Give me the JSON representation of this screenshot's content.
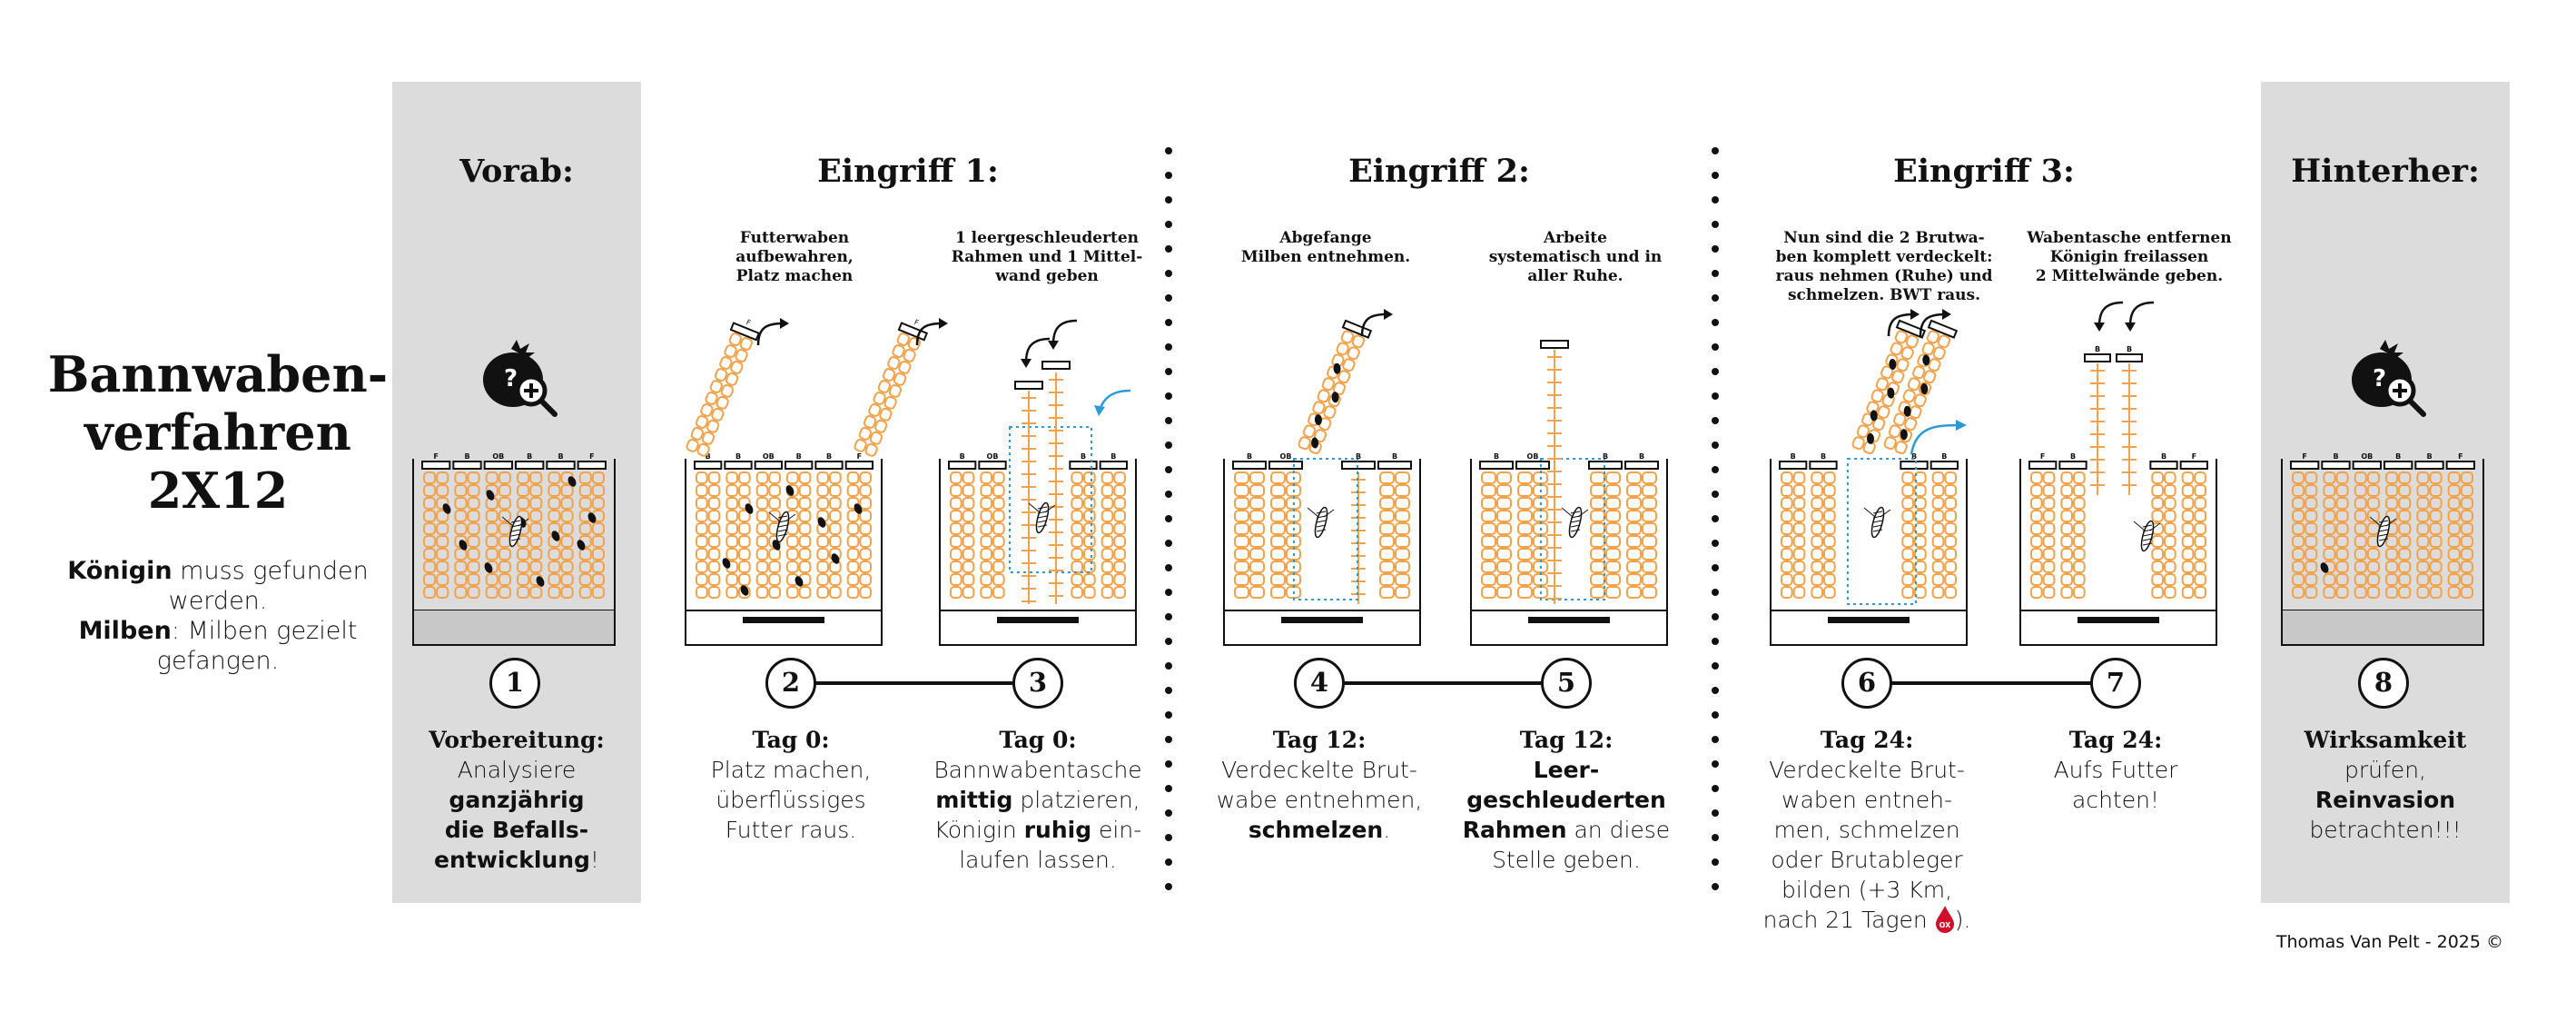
{
  "title": {
    "line1": "Bannwaben-",
    "line2": "verfahren",
    "line3": "2X12"
  },
  "intro": {
    "queen_label": "Königin",
    "queen_rest": " muss gefunden werden.",
    "mites_label": "Milben",
    "mites_rest": ": Milben gezielt gefangen."
  },
  "headings": {
    "vorab": "Vorab:",
    "eingriff1": "Eingriff 1:",
    "eingriff2": "Eingriff 2:",
    "eingriff3": "Eingriff 3:",
    "hinterher": "Hinterher:"
  },
  "notes": {
    "n2": [
      "Futterwaben",
      "aufbewahren,",
      "Platz machen"
    ],
    "n3": [
      "1 leergeschleuderten",
      "Rahmen und 1 Mittel-",
      "wand geben"
    ],
    "n4": [
      "Abgefange",
      "Milben entnehmen."
    ],
    "n5": [
      "Arbeite",
      "systematisch und in",
      "aller Ruhe."
    ],
    "n6": [
      "Nun sind die 2 Brutwa-",
      "ben komplett verdeckelt:",
      "raus nehmen (Ruhe) und",
      "schmelzen. BWT raus."
    ],
    "n7": [
      "Wabentasche entfernen",
      "Königin freilassen",
      "2 Mittelwände geben."
    ]
  },
  "steps": [
    "1",
    "2",
    "3",
    "4",
    "5",
    "6",
    "7",
    "8"
  ],
  "captions": {
    "c1": {
      "day": "Vorbereitung:",
      "l1": "Analysiere",
      "b1": "ganzjährig",
      "b2": "die Befalls-",
      "b3": "entwicklung",
      "end": "!"
    },
    "c2": {
      "day": "Tag 0:",
      "l1": "Platz machen,",
      "l2": "überflüssiges",
      "l3": "Futter raus."
    },
    "c3": {
      "day": "Tag 0:",
      "l1": "Bannwabentasche",
      "b1": "mittig",
      "l2": " platzieren,",
      "l3": "Königin ",
      "b2": "ruhig",
      "l4": " ein-",
      "l5": "laufen lassen."
    },
    "c4": {
      "day": "Tag 12:",
      "l1": "Verdeckelte Brut-",
      "l2": "wabe entnehmen,",
      "b1": "schmelzen",
      "end": "."
    },
    "c5": {
      "day": "Tag 12:",
      "b1": "Leer-",
      "b2": "geschleuderten",
      "b3": "Rahmen",
      "l1": " an diese",
      "l2": "Stelle geben."
    },
    "c6": {
      "day": "Tag 24:",
      "l1": "Verdeckelte Brut-",
      "l2": "waben entneh-",
      "l3": "men, schmelzen",
      "l4": "oder Brutableger",
      "l5": "bilden (+3 Km,",
      "l6": "nach 21 Tagen ",
      "end": ")."
    },
    "c7": {
      "day": "Tag 24:",
      "l1": "Aufs Futter",
      "l2": "achten!"
    },
    "c8": {
      "day": "Wirksamkeit",
      "l1": "prüfen,",
      "b1": "Reinvasion",
      "l2": "betrachten!!!"
    }
  },
  "frame_labels": {
    "h1": [
      "F",
      "B",
      "OB",
      "B",
      "B",
      "F"
    ],
    "h2": [
      "B",
      "B",
      "OB",
      "B",
      "B",
      "F"
    ],
    "h3": [
      "B",
      "OB",
      "",
      "",
      "B",
      "B"
    ],
    "h4": [
      "B",
      "OB",
      "",
      "B",
      "B"
    ],
    "h5": [
      "B",
      "OB",
      "",
      "B",
      "B"
    ],
    "h6": [
      "B",
      "B",
      "",
      "",
      "B",
      "B"
    ],
    "h7": [
      "F",
      "B",
      "",
      "",
      "B",
      "F"
    ],
    "h8": [
      "F",
      "B",
      "OB",
      "B",
      "B",
      "F"
    ],
    "out2a": "F",
    "out2b": "F",
    "in7": [
      "B",
      "B"
    ]
  },
  "drop_label": "OX",
  "copyright": "Thomas Van Pelt - 2025 ©",
  "colors": {
    "orange": "#f2a24a",
    "black": "#111111",
    "blue": "#2c9ad6",
    "grey": "#dcdcdc",
    "red": "#d0102a"
  },
  "icons": [
    "tomato-magnifier-icon",
    "tomato-magnifier-icon",
    "arrow-out-icon",
    "arrow-in-icon",
    "blue-arrow-icon",
    "queen-bee-icon",
    "drop-icon"
  ]
}
